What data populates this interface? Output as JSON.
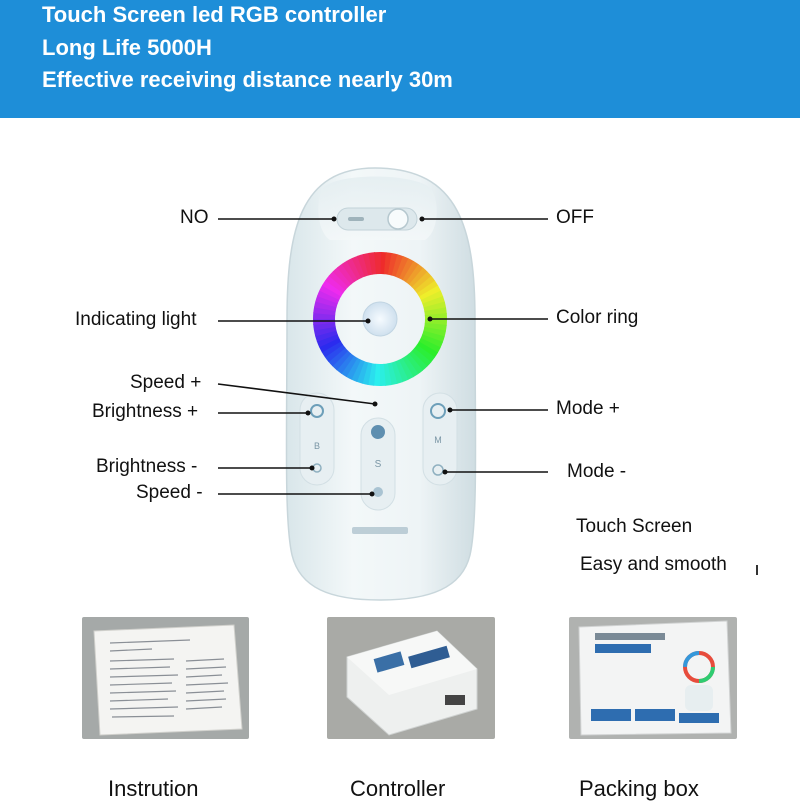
{
  "header": {
    "line1": "Touch Screen led RGB controller",
    "line2": "Long Life 5000H",
    "line3": "Effective receiving distance nearly 30m",
    "background_color": "#1e8ed8"
  },
  "remote": {
    "labels": {
      "no": "NO",
      "off": "OFF",
      "indicating_light": "Indicating light",
      "color_ring": "Color ring",
      "speed_plus": "Speed +",
      "brightness_plus": "Brightness +",
      "mode_plus": "Mode +",
      "brightness_minus": "Brightness -",
      "mode_minus": "Mode -",
      "speed_minus": "Speed -"
    },
    "button_letters": {
      "b": "B",
      "s": "S",
      "m": "M"
    },
    "notes": {
      "line1": "Touch Screen",
      "line2": "Easy and smooth"
    }
  },
  "package_items": [
    {
      "caption": "Instrution",
      "icon": "instruction-sheet-photo"
    },
    {
      "caption": "Controller",
      "icon": "controller-box-photo"
    },
    {
      "caption": "Packing box",
      "icon": "packing-box-photo"
    }
  ]
}
